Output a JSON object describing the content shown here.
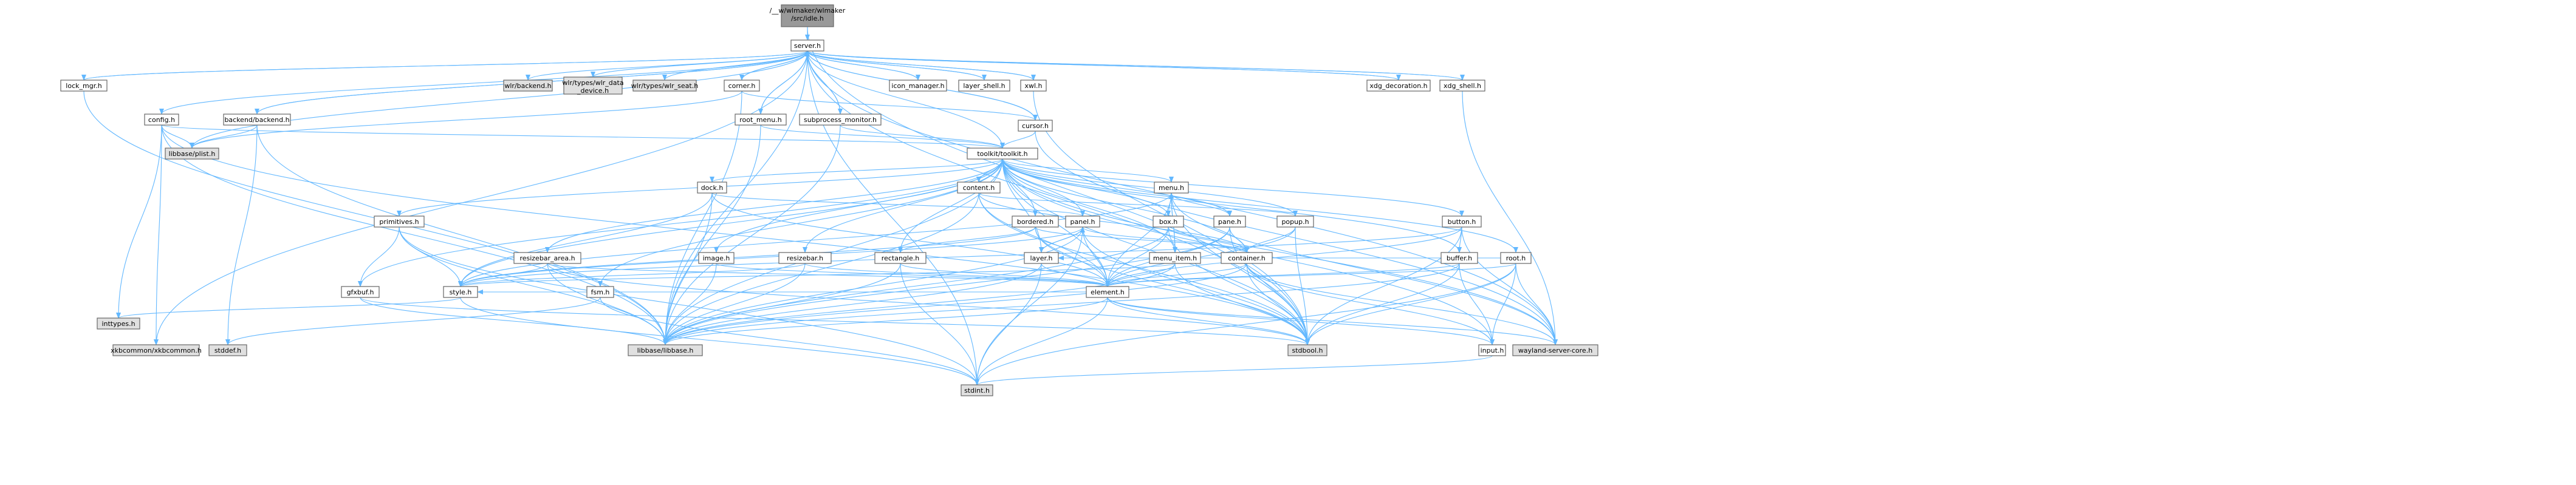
{
  "colors": {
    "edge": "#63b8ff",
    "edge_red": "#ff0000",
    "node_stroke": "#666666",
    "node_fill": "#ffffff",
    "current_fill": "#999999",
    "external_fill": "#e0e0e0",
    "red_text": "#ff0000"
  },
  "nodes": {
    "wlmaker": "/__w/wlmaker/wlmaker/src/idle.h",
    "server": "server.h",
    "lock_mgr": "lock_mgr.h",
    "wlr_backend": "wlr/backend.h",
    "wlr_data_device": "wlr/types/wlr_data_device.h",
    "wlr_seat": "wlr/types/wlr_seat.h",
    "corner": "corner.h",
    "icon_manager": "icon_manager.h",
    "layer_shell": "layer_shell.h",
    "xwl": "xwl.h",
    "xdg_decoration": "xdg_decoration.h",
    "xdg_shell": "xdg_shell.h",
    "config": "config.h",
    "backend": "backend/backend.h",
    "root_menu": "root_menu.h",
    "subprocess_monitor": "subprocess_monitor.h",
    "cursor": "cursor.h",
    "libbase_plist": "libbase/plist.h",
    "toolkit": "toolkit/toolkit.h",
    "dock": "dock.h",
    "content": "content.h",
    "menu": "menu.h",
    "primitives": "primitives.h",
    "bordered": "bordered.h",
    "panel": "panel.h",
    "box": "box.h",
    "popup": "popup.h",
    "pane": "pane.h",
    "button": "button.h",
    "root": "root.h",
    "resizebar_area": "resizebar_area.h",
    "image": "image.h",
    "resizebar": "resizebar.h",
    "rectangle": "rectangle.h",
    "layer": "layer.h",
    "menu_item": "menu_item.h",
    "container": "container.h",
    "buffer": "buffer.h",
    "gfxbuf": "gfxbuf.h",
    "style": "style.h",
    "fsm": "fsm.h",
    "element": "element.h",
    "inttypes": "inttypes.h",
    "xkbcommon": "xkbcommon/xkbcommon.h",
    "stddef": "stddef.h",
    "libbase": "libbase/libbase.h",
    "input": "input.h",
    "stdbool": "stdbool.h",
    "wayland_server_core": "wayland-server-core.h",
    "stdint": "stdint.h"
  }
}
